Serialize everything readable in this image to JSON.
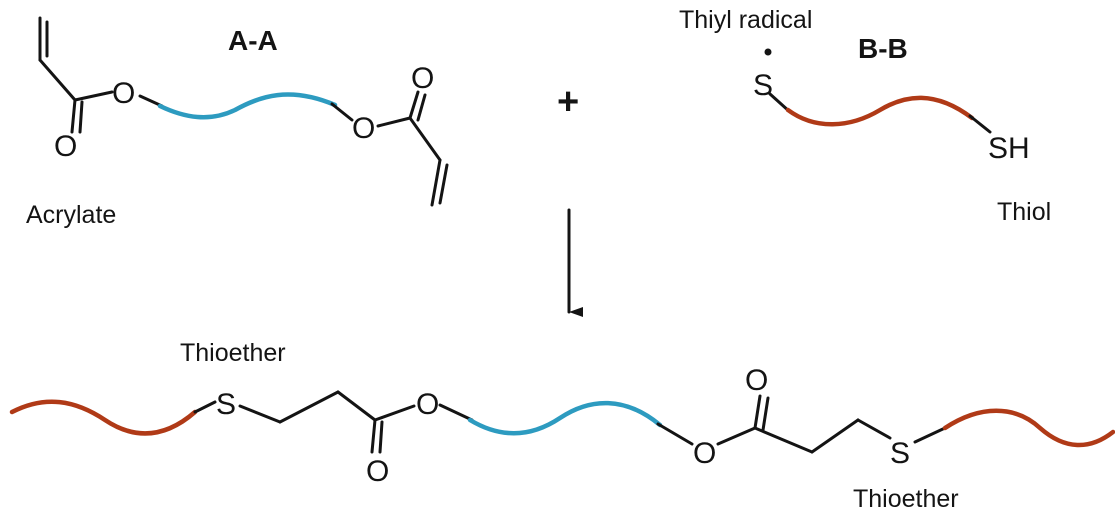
{
  "reactant_a": {
    "title": "A-A",
    "label": "Acrylate",
    "atoms": {
      "o_carbonyl_left": "O",
      "o_ester_left": "O",
      "o_ester_right": "O",
      "o_carbonyl_right": "O"
    }
  },
  "reactant_b": {
    "title": "B-B",
    "radical_label": "Thiyl radical",
    "label": "Thiol",
    "atoms": {
      "s_radical": "S",
      "sh": "SH"
    }
  },
  "operator": {
    "plus": "+"
  },
  "product": {
    "label_left": "Thioether",
    "label_right": "Thioether",
    "atoms": {
      "s_left": "S",
      "o_carbonyl_left": "O",
      "o_ester_left": "O",
      "o_ester_right": "O",
      "o_carbonyl_right": "O",
      "s_right": "S"
    }
  },
  "colors": {
    "spacer_a": "#2d9bc0",
    "spacer_b": "#b03a17",
    "bond": "#141414"
  }
}
